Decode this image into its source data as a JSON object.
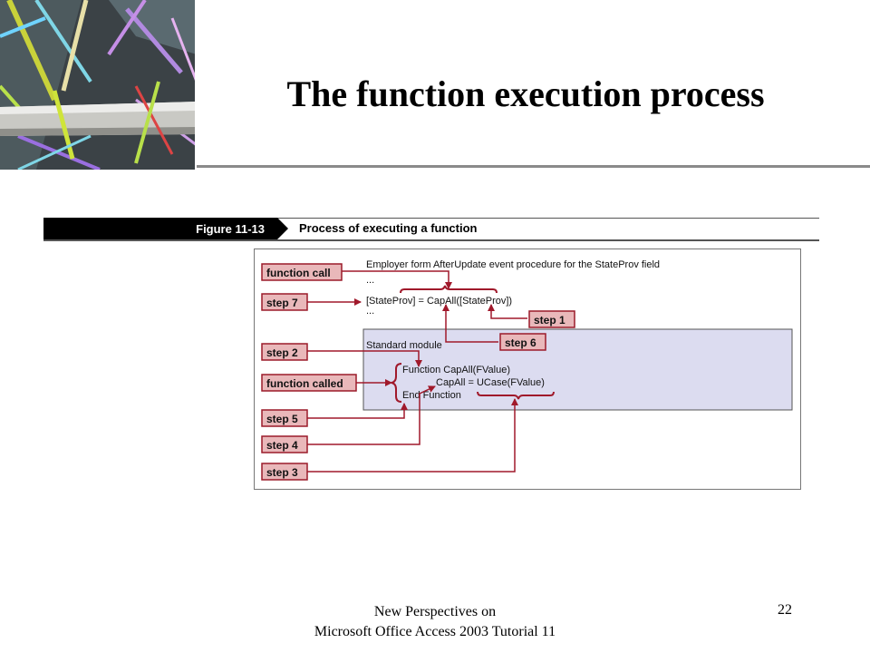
{
  "slide": {
    "title": "The function execution process",
    "footer_line1": "New Perspectives on",
    "footer_line2": "Microsoft Office Access 2003 Tutorial 11",
    "page_number": "22"
  },
  "figure": {
    "number": "Figure 11-13",
    "caption": "Process of executing a function",
    "labels": {
      "function_call": "function call",
      "step7": "step 7",
      "step1": "step 1",
      "step6": "step 6",
      "step2": "step 2",
      "function_called": "function called",
      "step5": "step 5",
      "step4": "step 4",
      "step3": "step 3"
    },
    "code": {
      "event_header": "Employer form AfterUpdate event procedure for the StateProv field",
      "ellipsis_top": "...",
      "statement": "[StateProv] = CapAll([StateProv])",
      "ellipsis_bottom": "...",
      "module_title": "Standard module",
      "func_decl": "Function CapAll(FValue)",
      "func_body": "CapAll = UCase(FValue)",
      "func_end": "End Function"
    },
    "colors": {
      "label_fill": "#e9b8ba",
      "label_border": "#9b1b2a",
      "arrow": "#a0192b",
      "module_fill": "#dcdcf0"
    }
  }
}
